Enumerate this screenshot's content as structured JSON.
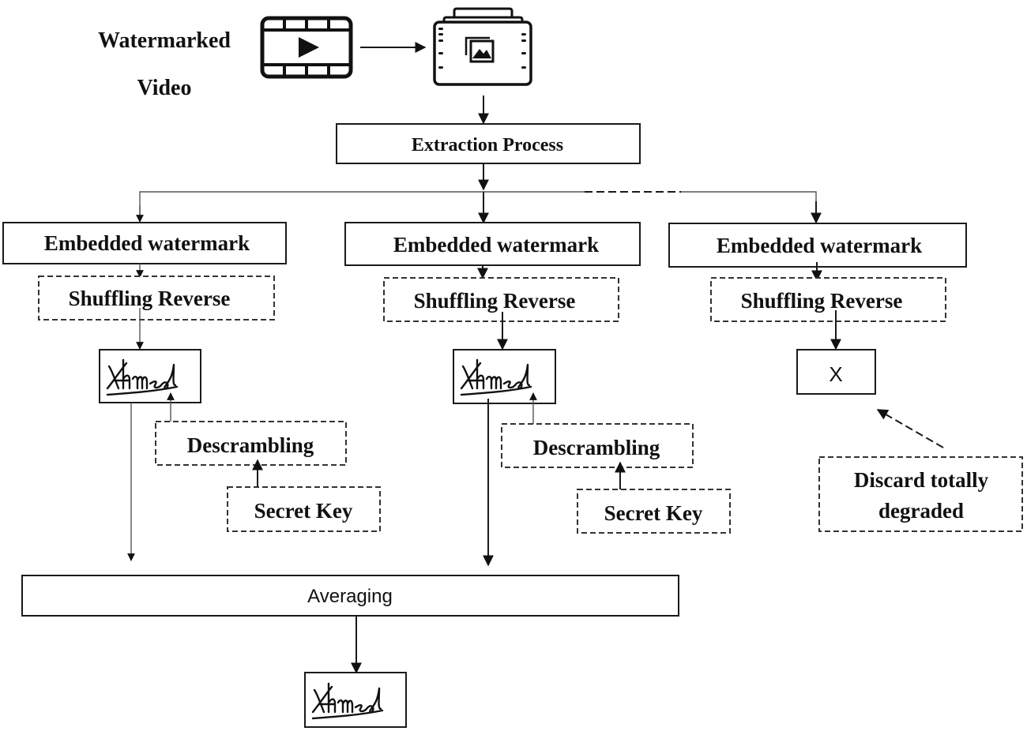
{
  "source": {
    "label_line1": "Watermarked",
    "label_line2": "Video",
    "video_icon": "video-play-icon",
    "frames_icon": "image-frames-icon"
  },
  "extraction": {
    "label": "Extraction Process"
  },
  "branches": [
    {
      "embedded_label": "Embedded watermark",
      "shuffling_label": "Shuffling Reverse",
      "result": "signature",
      "signature_text": "Ahmed",
      "descrambling_label": "Descrambling",
      "secret_key_label": "Secret Key"
    },
    {
      "embedded_label": "Embedded watermark",
      "shuffling_label": "Shuffling Reverse",
      "result": "signature",
      "signature_text": "Ahmed",
      "descrambling_label": "Descrambling",
      "secret_key_label": "Secret Key"
    },
    {
      "embedded_label": "Embedded watermark",
      "shuffling_label": "Shuffling Reverse",
      "result": "discarded",
      "discarded_mark": "X",
      "discard_note_line1": "Discard totally",
      "discard_note_line2": "degraded"
    }
  ],
  "averaging": {
    "label": "Averaging"
  },
  "output": {
    "signature_text": "Ahmed"
  }
}
